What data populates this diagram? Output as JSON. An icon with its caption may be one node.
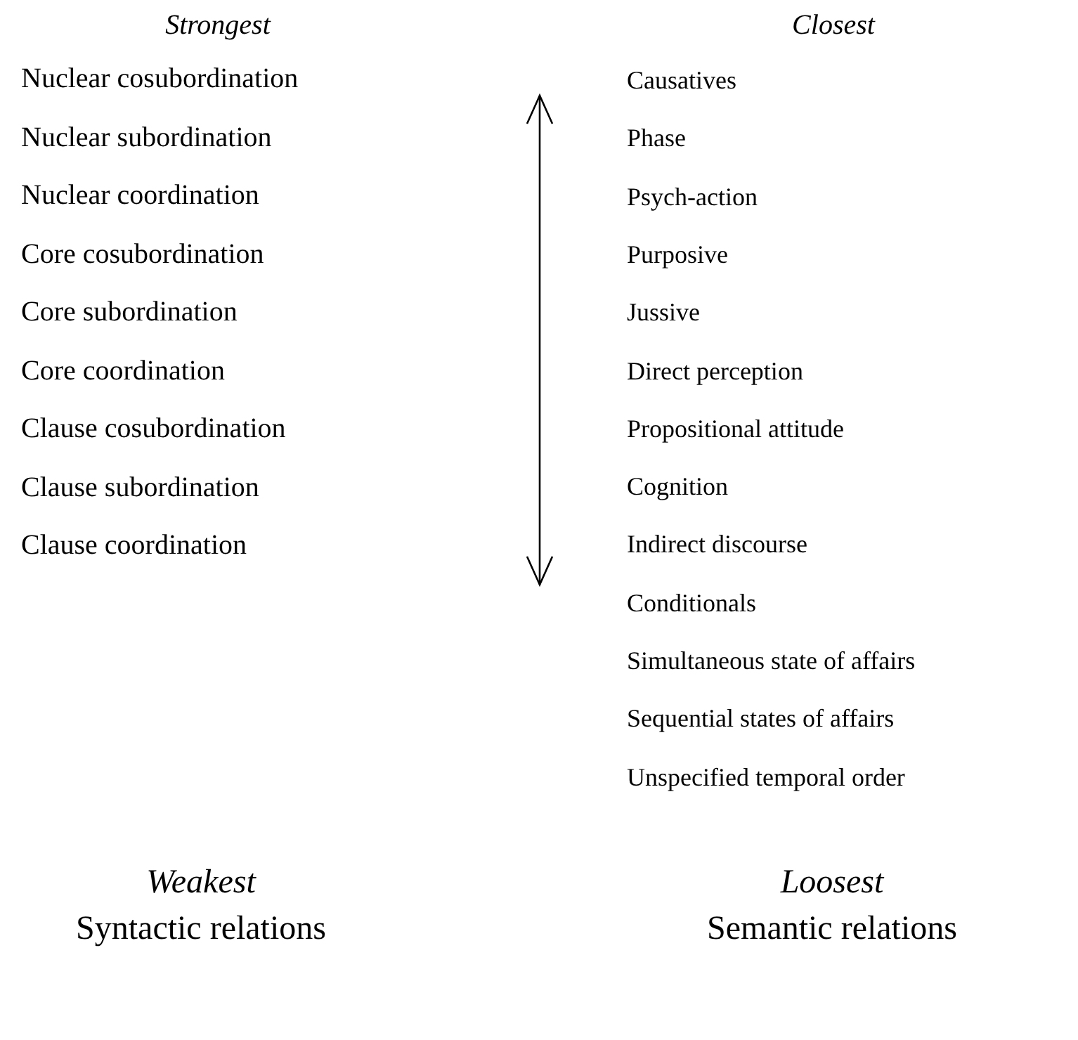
{
  "diagram": {
    "labels": [
      "Strongest",
      "Closest",
      "Nuclear cosubordination",
      "Nuclear subordination",
      "Nuclear coordination",
      "Core cosubordination",
      "Core subordination",
      "Core coordination",
      "Clause cosubordination",
      "Clause subordination",
      "Clause coordination",
      "Causatives",
      "Phase",
      "Psych-action",
      "Purposive",
      "Jussive",
      "Direct perception",
      "Propositional attitude",
      "Cognition",
      "Indirect discourse",
      "Conditionals",
      "Simultaneous state of affairs",
      "Sequential states of affairs",
      "Unspecified temporal order",
      "Weakest",
      "Loosest",
      "Syntactic relations",
      "Semantic relations"
    ]
  }
}
